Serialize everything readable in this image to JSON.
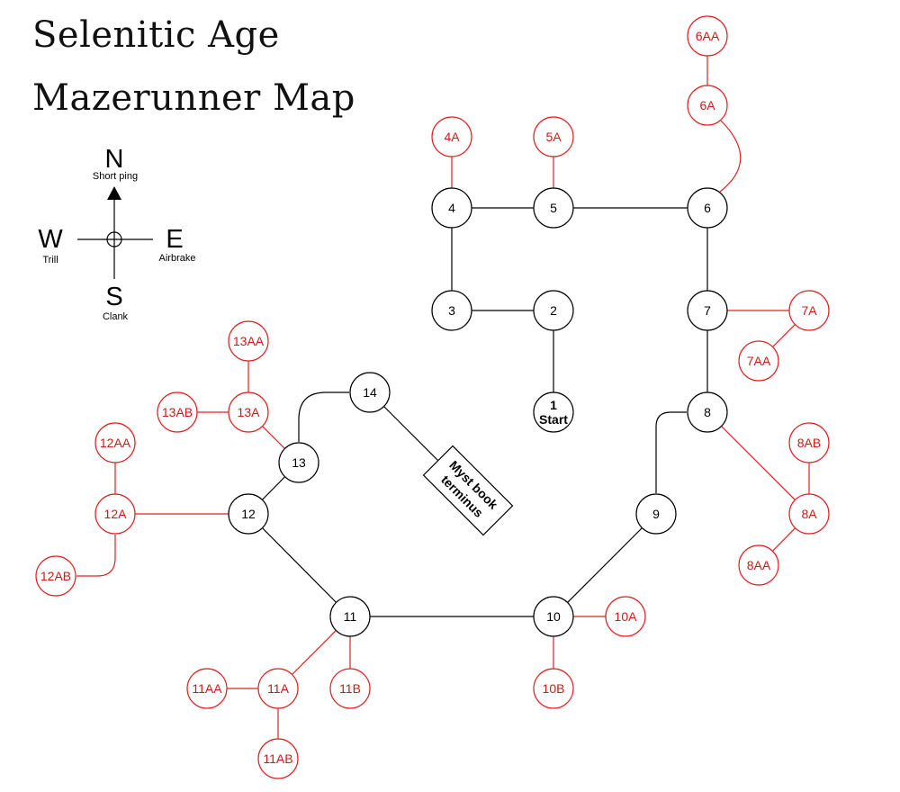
{
  "title": {
    "line1": "Selenitic Age",
    "line2": "Mazerunner Map"
  },
  "compass": {
    "north": {
      "letter": "N",
      "sound": "Short ping"
    },
    "south": {
      "letter": "S",
      "sound": "Clank"
    },
    "east": {
      "letter": "E",
      "sound": "Airbrake"
    },
    "west": {
      "letter": "W",
      "sound": "Trill"
    }
  },
  "terminus": {
    "line1": "Myst book",
    "line2": "terminus"
  },
  "start_node": {
    "number": "1",
    "label": "Start"
  },
  "main_nodes": [
    "2",
    "3",
    "4",
    "5",
    "6",
    "7",
    "8",
    "9",
    "10",
    "11",
    "12",
    "13",
    "14"
  ],
  "side_nodes": [
    "4A",
    "5A",
    "6A",
    "6AA",
    "7A",
    "7AA",
    "8A",
    "8AA",
    "8AB",
    "10A",
    "10B",
    "11A",
    "11AA",
    "11AB",
    "11B",
    "12A",
    "12AA",
    "12AB",
    "13A",
    "13AA",
    "13AB"
  ],
  "colors": {
    "main": "#000000",
    "side": "#e02020"
  }
}
